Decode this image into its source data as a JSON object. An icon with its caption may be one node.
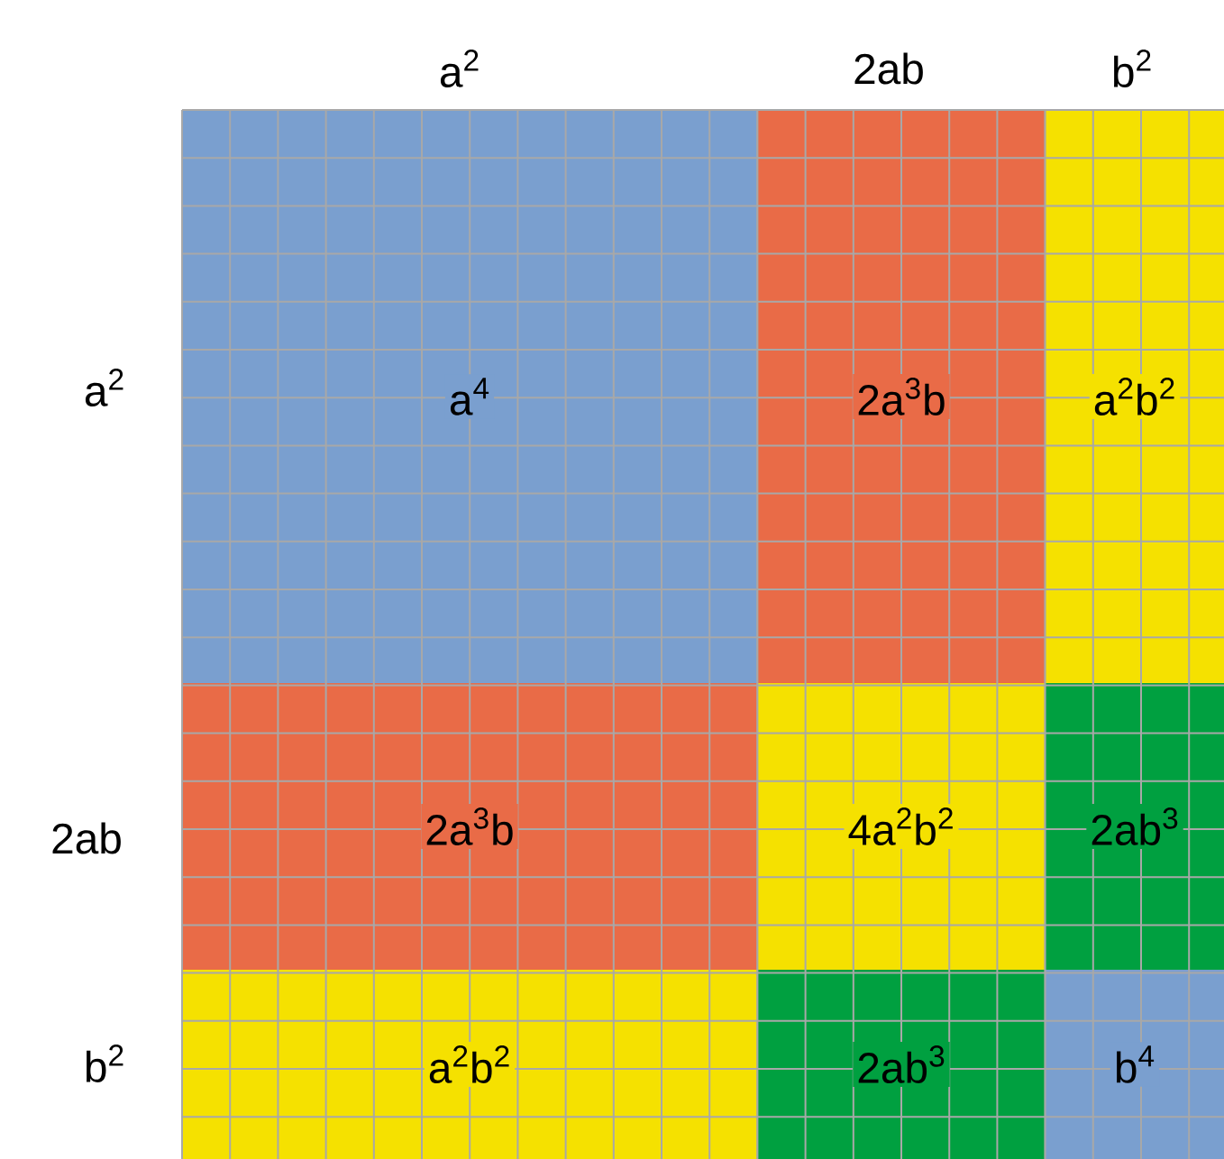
{
  "diagram": {
    "nodes": [
      {
        "text": [
          "a$^{4}$"
        ]
      },
      {
        "text": [
          "2a$^{3}$b"
        ]
      },
      {
        "text": [
          "a$^{2}$b$^{2}$"
        ]
      },
      {
        "text": [
          "2a$^{3}$b"
        ]
      },
      {
        "text": [
          "4a$^{2}$b$^{2}$"
        ]
      },
      {
        "text": [
          "2ab$^{3}$"
        ]
      },
      {
        "text": [
          "a$^{2}$b$^{2}$"
        ]
      },
      {
        "text": [
          "2ab$^{3}$"
        ]
      },
      {
        "text": [
          "b$^{4}$"
        ]
      }
    ],
    "labels": [
      "a$^{2}$",
      "2ab",
      "b$^{2}$",
      "a$^{2}$",
      "2ab",
      "b$^{2}$"
    ]
  }
}
